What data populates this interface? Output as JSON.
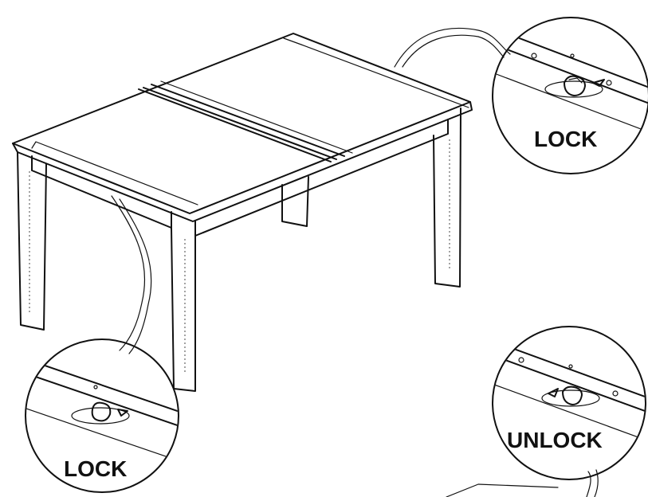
{
  "callouts": {
    "top_right": {
      "label": "LOCK"
    },
    "bottom_left": {
      "label": "LOCK"
    },
    "bottom_right": {
      "label": "UNLOCK"
    }
  }
}
